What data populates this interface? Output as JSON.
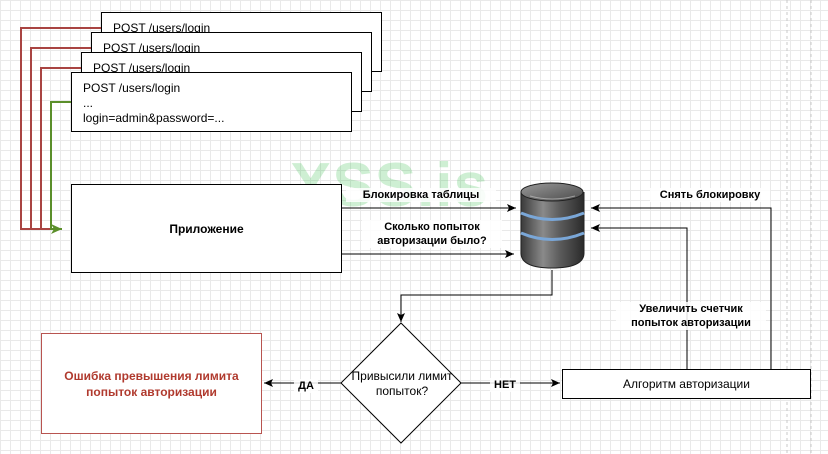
{
  "requests": [
    {
      "lines": [
        "POST /users/login"
      ]
    },
    {
      "lines": [
        "POST /users/login"
      ]
    },
    {
      "lines": [
        "POST /users/login"
      ]
    },
    {
      "lines": [
        "POST /users/login",
        "...",
        "login=admin&password=..."
      ]
    }
  ],
  "app": {
    "label": "Приложение"
  },
  "edges": {
    "lock_table": "Блокировка таблицы",
    "how_many": "Сколько попыток авторизации было?",
    "unlock": "Снять блокировку",
    "increment": "Увеличить счетчик попыток авторизации",
    "yes": "ДА",
    "no": "НЕТ"
  },
  "decision": {
    "label": "Привысили лимит попыток?"
  },
  "algo": {
    "label": "Алгоритм авторизации"
  },
  "error": {
    "label": "Ошибка превышения лимита попыток авторизации"
  },
  "watermark": "XSS.is",
  "colors": {
    "request_line": "#a94442",
    "active_line": "#5b8f2a",
    "error_border": "#b85450",
    "error_text": "#b03a2e"
  },
  "icons": {
    "database": "database-icon"
  }
}
